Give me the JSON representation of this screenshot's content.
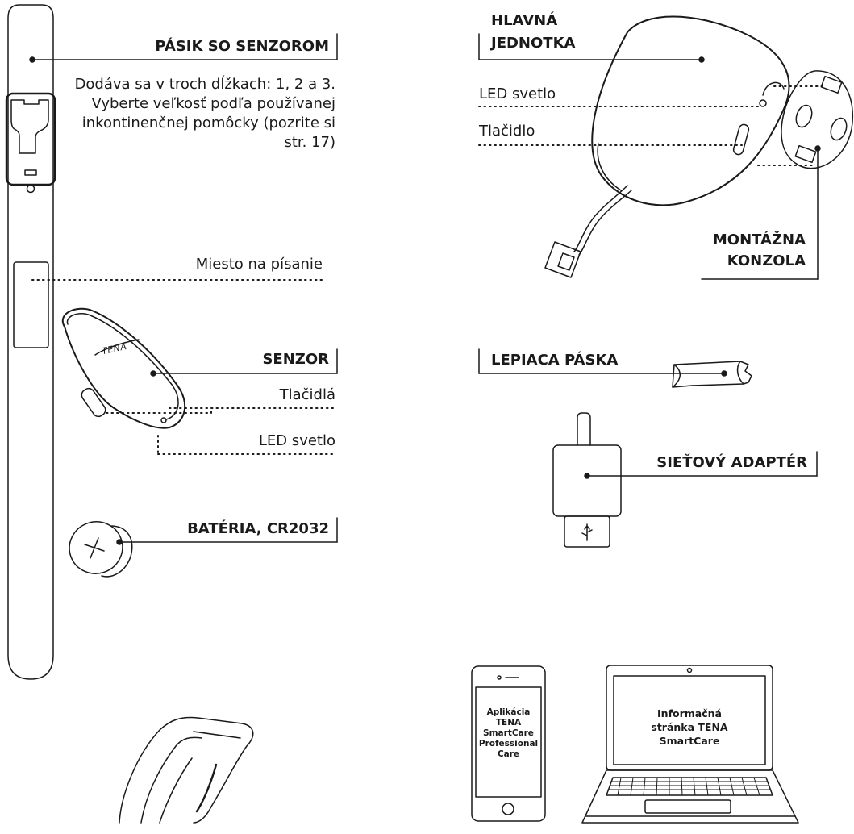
{
  "strap": {
    "title": "PÁSIK SO SENZOROM",
    "description": "Dodáva sa v troch dĺžkach: 1, 2 a 3. Vyberte veľkosť podľa používanej inkontinenčnej pomôcky (pozrite si str. 17)",
    "writing_area": "Miesto na písanie"
  },
  "sensor": {
    "title": "SENZOR",
    "brand": "TENA",
    "buttons": "Tlačidlá",
    "led": "LED svetlo"
  },
  "battery": {
    "title": "BATÉRIA, CR2032"
  },
  "main_unit": {
    "title_line1": "HLAVNÁ",
    "title_line2": "JEDNOTKA",
    "led": "LED svetlo",
    "button": "Tlačidlo"
  },
  "bracket": {
    "title_line1": "MONTÁŽNA",
    "title_line2": "KONZOLA"
  },
  "tape": {
    "title": "LEPIACA PÁSKA"
  },
  "adapter": {
    "title": "SIEŤOVÝ ADAPTÉR"
  },
  "phone": {
    "screen_text": "Aplikácia TENA SmartCare Professional Care"
  },
  "laptop": {
    "screen_text": "Informačná stránka TENA SmartCare"
  }
}
